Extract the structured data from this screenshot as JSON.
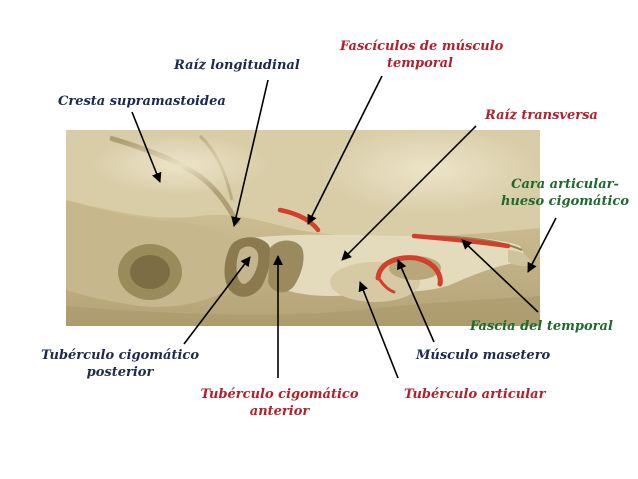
{
  "labels": {
    "raiz_longitudinal": "Raíz longitudinal",
    "fasciculos_1": "Fascículos de músculo",
    "fasciculos_2": "temporal",
    "cresta": "Cresta supramastoidea",
    "raiz_transversa": "Raíz transversa",
    "cara_1": "Cara articular-",
    "cara_2": "hueso cigomático",
    "fascia": "Fascia del temporal",
    "tuberculo_post_1": "Tubérculo cigomático",
    "tuberculo_post_2": "posterior",
    "musculo_masetero": "Músculo masetero",
    "tuberculo_ant_1": "Tubérculo cigomático",
    "tuberculo_ant_2": "anterior",
    "tuberculo_articular": "Tubérculo articular"
  },
  "colors": {
    "dark_label": "#1c2950",
    "red_label": "#b3202c",
    "green_label": "#1e6a2e",
    "bone_base": "#c4b68a",
    "bone_light": "#e2d8b8",
    "bone_shadow": "#8f7f54",
    "muscle_red": "#d2402c"
  }
}
